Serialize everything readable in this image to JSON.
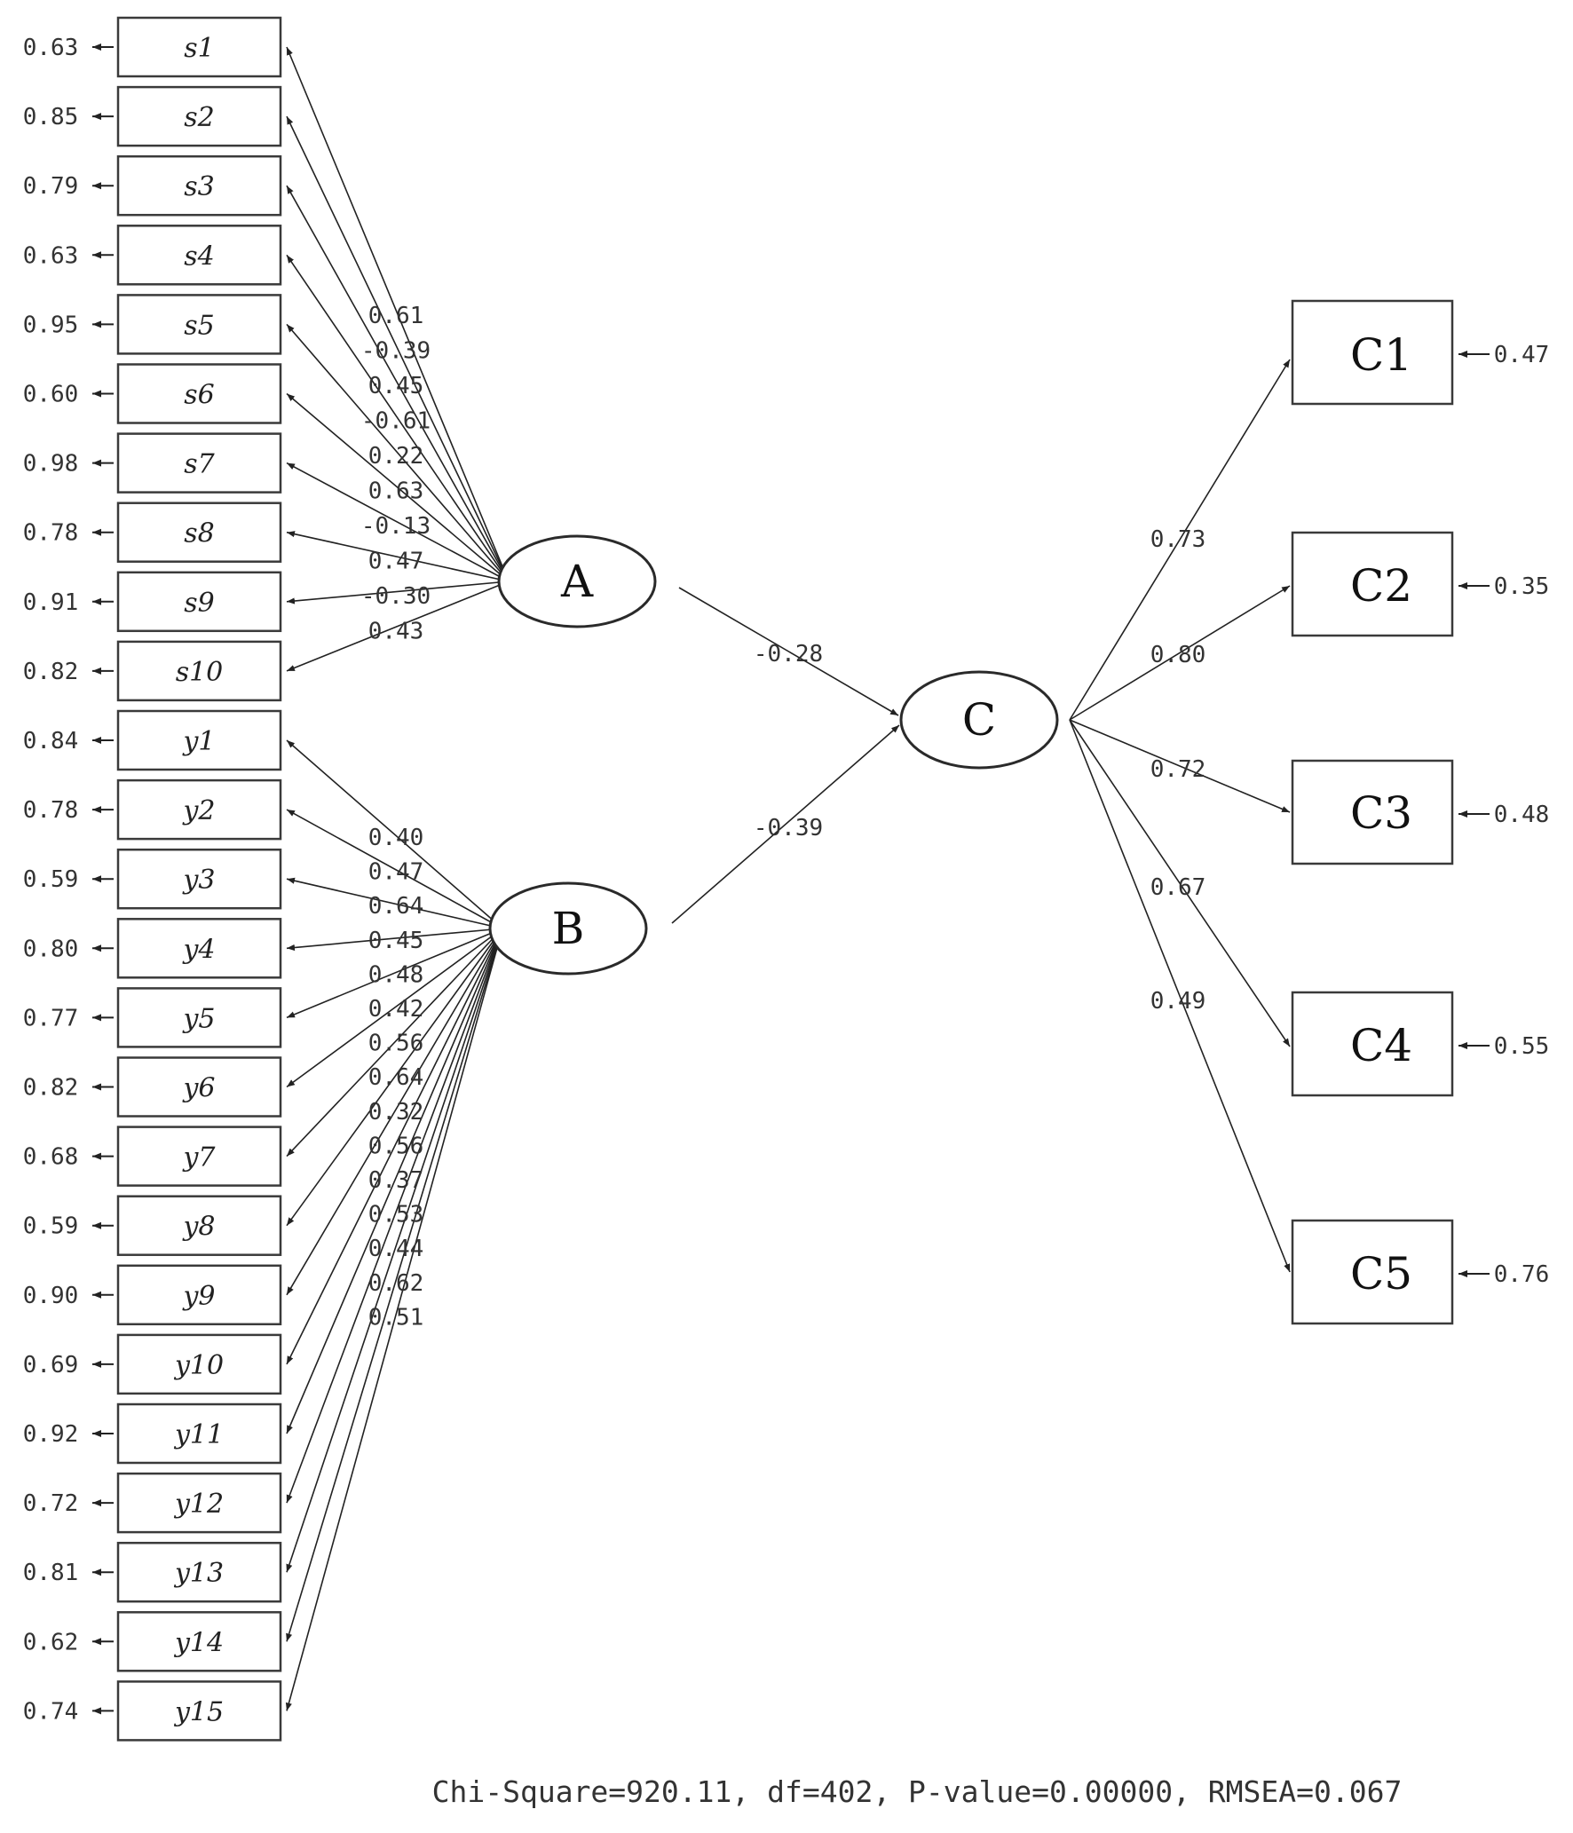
{
  "latent": {
    "A": "A",
    "B": "B",
    "C": "C"
  },
  "s_items": [
    {
      "name": "s1",
      "error": "0.63",
      "loading": "0.61"
    },
    {
      "name": "s2",
      "error": "0.85",
      "loading": "-0.39"
    },
    {
      "name": "s3",
      "error": "0.79",
      "loading": "0.45"
    },
    {
      "name": "s4",
      "error": "0.63",
      "loading": "-0.61"
    },
    {
      "name": "s5",
      "error": "0.95",
      "loading": "0.22"
    },
    {
      "name": "s6",
      "error": "0.60",
      "loading": "0.63"
    },
    {
      "name": "s7",
      "error": "0.98",
      "loading": "-0.13"
    },
    {
      "name": "s8",
      "error": "0.78",
      "loading": "0.47"
    },
    {
      "name": "s9",
      "error": "0.91",
      "loading": "-0.30"
    },
    {
      "name": "s10",
      "error": "0.82",
      "loading": "0.43"
    }
  ],
  "y_items": [
    {
      "name": "y1",
      "error": "0.84",
      "loading": "0.40"
    },
    {
      "name": "y2",
      "error": "0.78",
      "loading": "0.47"
    },
    {
      "name": "y3",
      "error": "0.59",
      "loading": "0.64"
    },
    {
      "name": "y4",
      "error": "0.80",
      "loading": "0.45"
    },
    {
      "name": "y5",
      "error": "0.77",
      "loading": "0.48"
    },
    {
      "name": "y6",
      "error": "0.82",
      "loading": "0.42"
    },
    {
      "name": "y7",
      "error": "0.68",
      "loading": "0.56"
    },
    {
      "name": "y8",
      "error": "0.59",
      "loading": "0.64"
    },
    {
      "name": "y9",
      "error": "0.90",
      "loading": "0.32"
    },
    {
      "name": "y10",
      "error": "0.69",
      "loading": "0.56"
    },
    {
      "name": "y11",
      "error": "0.92",
      "loading": "0.37"
    },
    {
      "name": "y12",
      "error": "0.72",
      "loading": "0.53"
    },
    {
      "name": "y13",
      "error": "0.81",
      "loading": "0.44"
    },
    {
      "name": "y14",
      "error": "0.62",
      "loading": "0.62"
    },
    {
      "name": "y15",
      "error": "0.74",
      "loading": "0.51"
    }
  ],
  "paths": [
    {
      "from": "A",
      "to": "C",
      "value": "-0.28"
    },
    {
      "from": "B",
      "to": "C",
      "value": "-0.39"
    }
  ],
  "c_items": [
    {
      "name": "C1",
      "error": "0.47",
      "loading": "0.73"
    },
    {
      "name": "C2",
      "error": "0.35",
      "loading": "0.80"
    },
    {
      "name": "C3",
      "error": "0.48",
      "loading": "0.72"
    },
    {
      "name": "C4",
      "error": "0.55",
      "loading": "0.67"
    },
    {
      "name": "C5",
      "error": "0.76",
      "loading": "0.49"
    }
  ],
  "fit_text": "Chi-Square=920.11, df=402, P-value=0.00000, RMSEA=0.067"
}
